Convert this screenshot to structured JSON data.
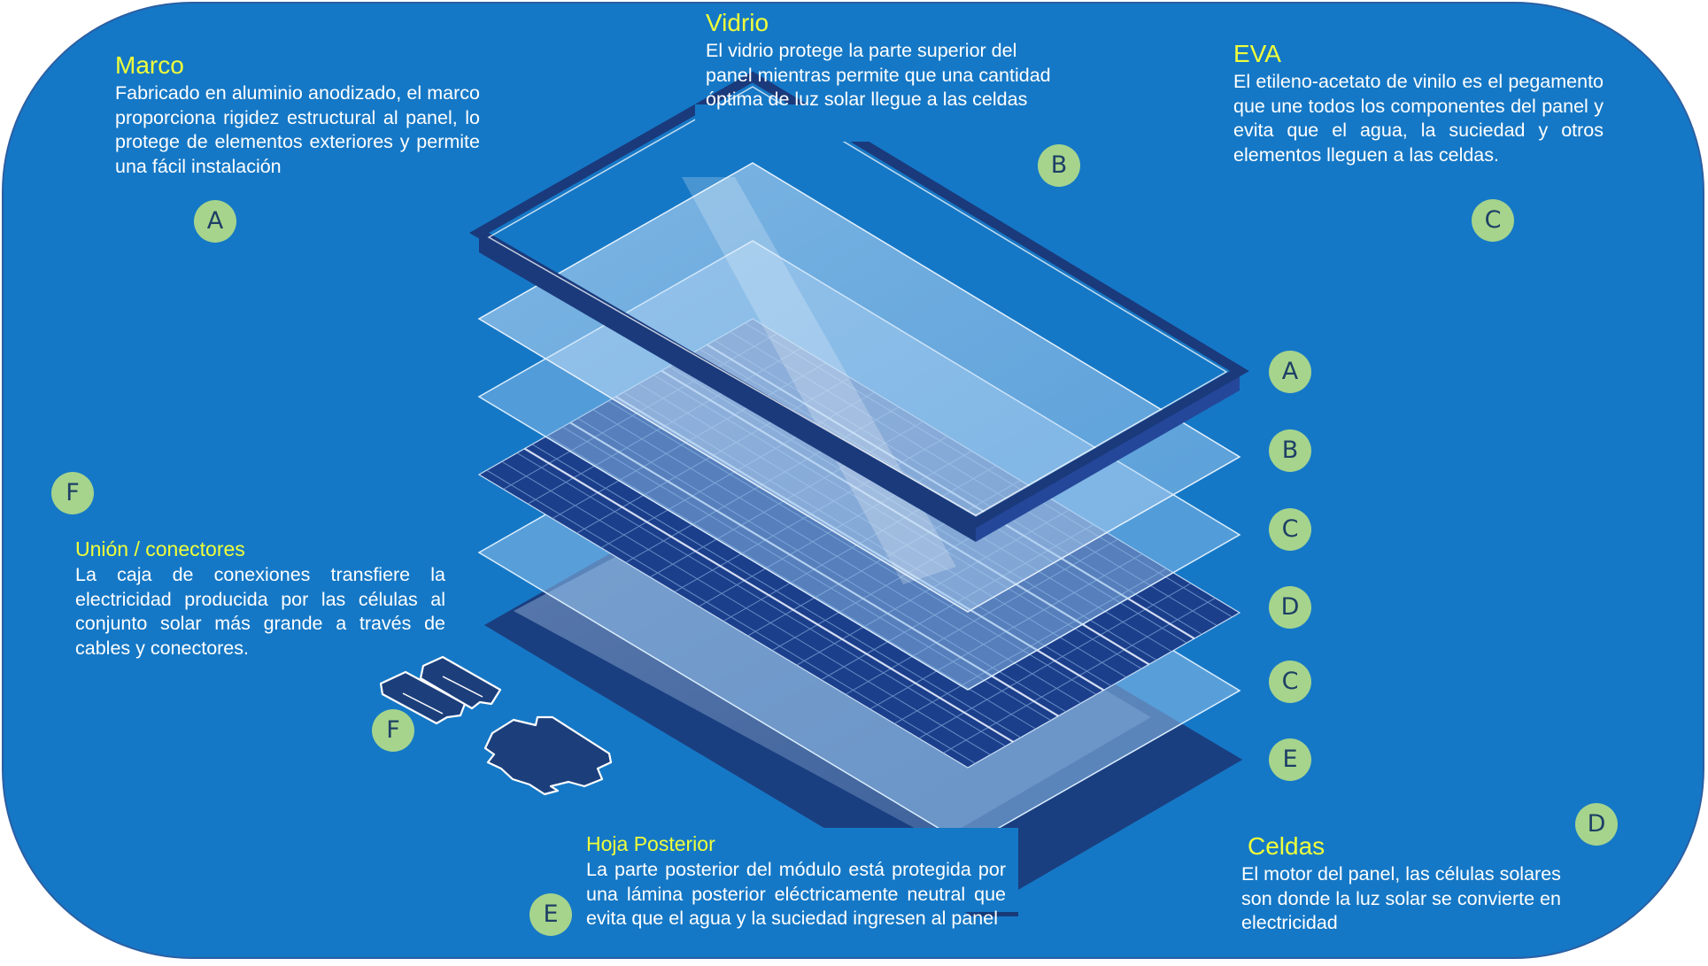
{
  "colors": {
    "background": "#1578c6",
    "frame": "#1a3a7c",
    "glass": "#a9cdf0",
    "eva": "#8fbfeb",
    "cells": "#1c3f8c",
    "backsheet": "#173a78",
    "badge": "#a6d48c",
    "title_text": "#f0ff3a",
    "body_text": "#ffffff"
  },
  "sections": {
    "marco": {
      "title": "Marco",
      "description": "Fabricado en aluminio anodizado, el marco proporciona rigidez estructural al panel, lo protege de elementos exteriores y permite una fácil instalación",
      "badge": "A"
    },
    "vidrio": {
      "title": "Vidrio",
      "description": "El vidrio protege la parte superior del panel mientras permite que una cantidad óptima de luz solar llegue a las celdas",
      "badge": "B"
    },
    "eva": {
      "title": "EVA",
      "description": "El etileno-acetato de vinilo es el pegamento que une todos los componentes del panel y evita que el agua, la suciedad y otros elementos lleguen a las celdas.",
      "badge": "C"
    },
    "union": {
      "title": "Unión / conectores",
      "description": "La caja de conexiones transfiere la electricidad producida por las células al conjunto solar más grande a través de cables y conectores.",
      "badge": "F"
    },
    "hoja": {
      "title": "Hoja Posterior",
      "description": "La parte posterior del módulo está protegida por una lámina posterior eléctricamente neutral que evita que el agua y la suciedad ingresen al panel",
      "badge": "E"
    },
    "celdas": {
      "title": "Celdas",
      "description": "El motor del panel, las células solares son donde la luz solar se convierte en electricidad",
      "badge": "D"
    }
  },
  "layer_labels": [
    "A",
    "B",
    "C",
    "D",
    "C",
    "E"
  ],
  "connector_label": "F"
}
